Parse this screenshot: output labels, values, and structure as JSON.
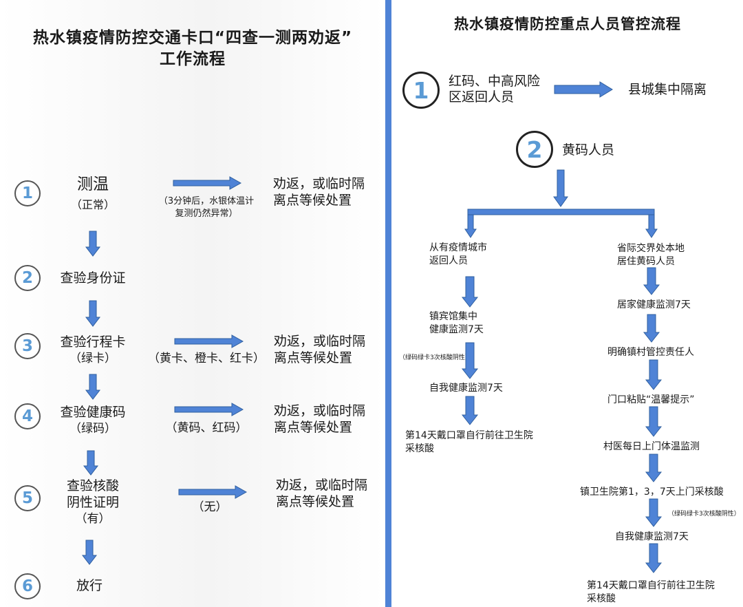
{
  "left": {
    "title_line1": "热水镇疫情防控交通卡口“四查一测两劝返”",
    "title_line2": "工作流程",
    "steps": [
      {
        "num": "1",
        "label": "测温",
        "sub": "（正常）",
        "cond": "（3分钟后，水银体温计",
        "cond2": "复测仍然异常）",
        "result1": "劝返，或临时隔",
        "result2": "离点等候处置"
      },
      {
        "num": "2",
        "label": "查验身份证"
      },
      {
        "num": "3",
        "label": "查验行程卡",
        "sub": "（绿卡）",
        "cond": "（黄卡、橙卡、红卡）",
        "result1": "劝返，或临时隔",
        "result2": "离点等候处置"
      },
      {
        "num": "4",
        "label": "查验健康码",
        "sub": "（绿码）",
        "cond": "（黄码、红码）",
        "result1": "劝返，或临时隔",
        "result2": "离点等候处置"
      },
      {
        "num": "5",
        "label": "查验核酸",
        "label2": "阴性证明",
        "sub": "（有）",
        "cond": "（无）",
        "result1": "劝返，或临时隔",
        "result2": "离点等候处置"
      },
      {
        "num": "6",
        "label": "放行"
      }
    ]
  },
  "right": {
    "title": "热水镇疫情防控重点人员管控流程",
    "item1": {
      "num": "1",
      "line1": "红码、中高风险",
      "line2": "区返回人员",
      "result": "县城集中隔离"
    },
    "item2": {
      "num": "2",
      "label": "黄码人员"
    },
    "branch_left": {
      "head1": "从有疫情城市",
      "head2": "返回人员",
      "step1a": "镇宾馆集中",
      "step1b": "健康监测7天",
      "note": "（绿码绿卡3次核酸阴性）",
      "step2": "自我健康监测7天",
      "step3a": "第14天戴口罩自行前往卫生院",
      "step3b": "采核酸"
    },
    "branch_right": {
      "head1": "省际交界处本地",
      "head2": "居住黄码人员",
      "step1": "居家健康监测7天",
      "step2": "明确镇村管控责任人",
      "step3": "门口粘贴“温馨提示”",
      "step4": "村医每日上门体温监测",
      "step5": "镇卫生院第1，3，7天上门采核酸",
      "note": "（绿码绿卡3次核酸阴性）",
      "step6": "自我健康监测7天",
      "step7a": "第14天戴口罩自行前往卫生院",
      "step7b": "采核酸"
    }
  },
  "colors": {
    "divider": "#4f83d6",
    "arrow_fill": "#4f83d6",
    "arrow_stroke": "#2f5f9e",
    "number": "#5b9bd5"
  }
}
